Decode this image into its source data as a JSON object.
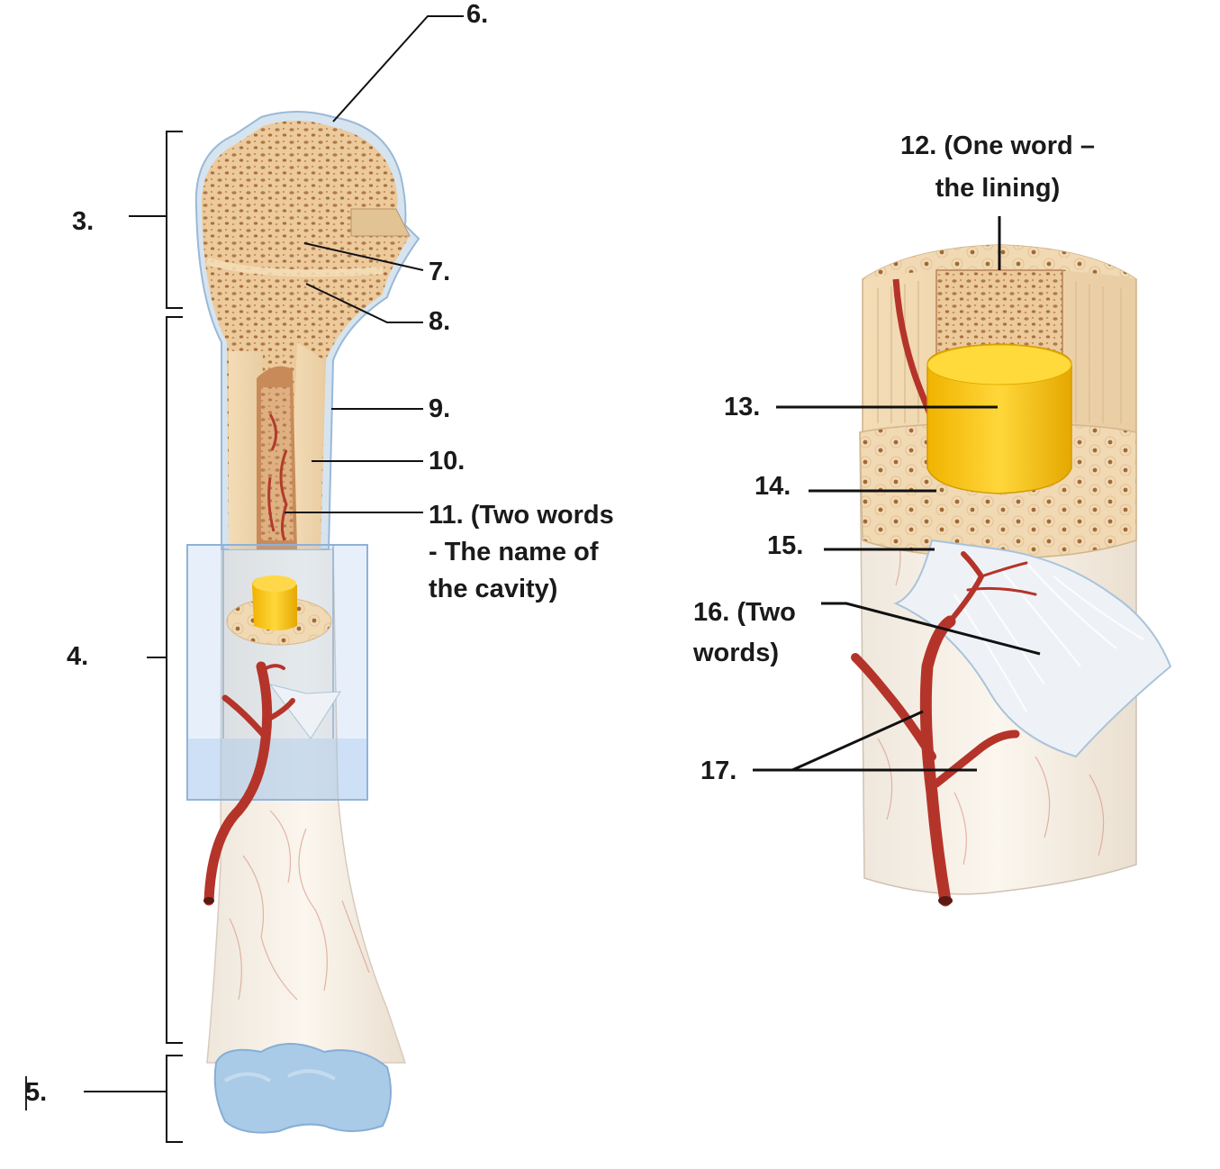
{
  "labels": {
    "l3": "3.",
    "l4": "4.",
    "l5": "5.",
    "l6": "6.",
    "l7": "7.",
    "l8": "8.",
    "l9": "9.",
    "l10": "10.",
    "l11": [
      "11. (Two words",
      "- The name of",
      "the cavity)"
    ],
    "l12": [
      "12. (One word –",
      "the lining)"
    ],
    "l13": "13.",
    "l14": "14.",
    "l15": "15.",
    "l16": [
      "16. (Two",
      "words)"
    ],
    "l17": "17."
  },
  "colors": {
    "spongy_bone": "#e9c89a",
    "compact_bone": "#f6e2c2",
    "periosteum": "#dde7ef",
    "articular_cartilage": "#a9cbe8",
    "yellow_marrow": "#f2c21a",
    "blood_vessel": "#b5342a",
    "leader_line": "#111111"
  }
}
